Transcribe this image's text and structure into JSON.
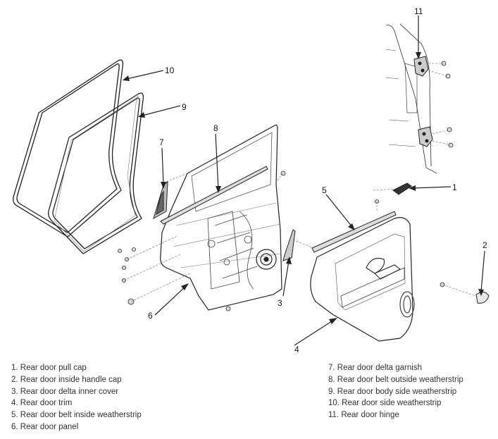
{
  "diagram": {
    "callouts": [
      "1",
      "2",
      "3",
      "4",
      "5",
      "6",
      "7",
      "8",
      "9",
      "10",
      "11"
    ]
  },
  "legend": {
    "left": [
      "1. Rear door pull cap",
      "2. Rear door inside handle cap",
      "3. Rear door delta inner cover",
      "4. Rear door trim",
      "5. Rear door belt inside weatherstrip",
      "6. Rear door panel"
    ],
    "right": [
      "7. Rear door delta garnish",
      "8. Rear door belt outside weatherstrip",
      "9. Rear door body side weatherstrip",
      "10. Rear door side weatherstrip",
      "11. Rear door hinge"
    ]
  }
}
